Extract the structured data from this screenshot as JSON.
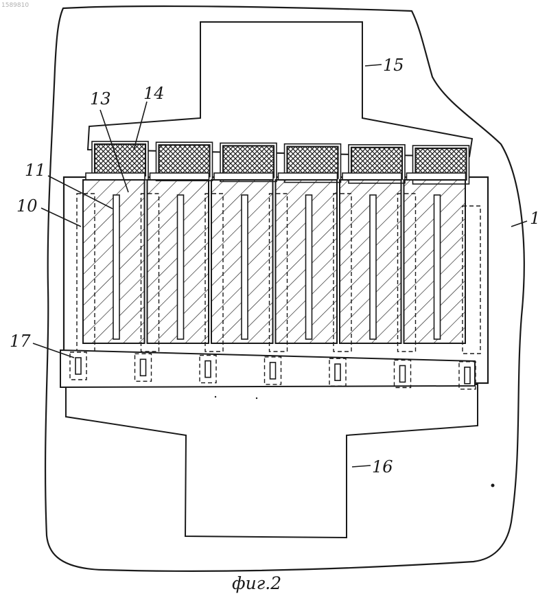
{
  "corner_text": "1589810",
  "caption": "фиг.2",
  "labels": {
    "l1": "1",
    "l10": "10",
    "l11": "11",
    "l13": "13",
    "l14": "14",
    "l15": "15",
    "l16": "16",
    "l17": "17"
  },
  "cells": [
    {
      "name": "cell-1"
    },
    {
      "name": "cell-2"
    },
    {
      "name": "cell-3"
    },
    {
      "name": "cell-4"
    },
    {
      "name": "cell-5"
    },
    {
      "name": "cell-6"
    }
  ],
  "contacts_count": 7
}
